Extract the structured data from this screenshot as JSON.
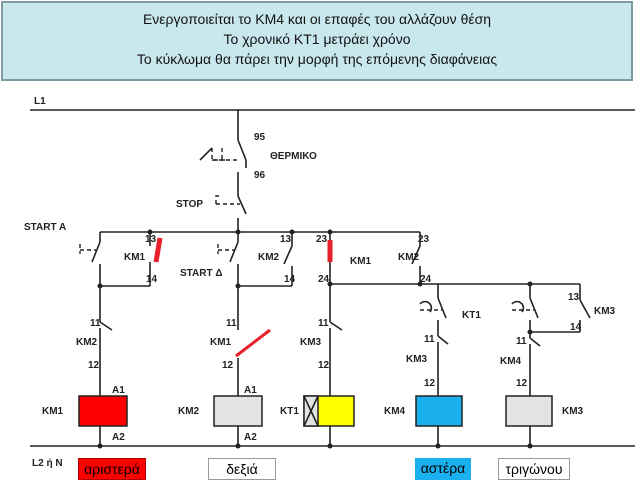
{
  "banner": {
    "lines": [
      "Ενεργοποιείται το ΚΜ4 και οι επαφές του αλλάζουν θέση",
      "Το χρονικό ΚΤ1 μετράει χρόνο",
      "Το κύκλωμα θα πάρει την μορφή της επόμενης διαφάνειας"
    ]
  },
  "labels": {
    "l1": "L1",
    "l2": "L2 ή N",
    "thermal_95": "95",
    "thermal_96": "96",
    "thermal_name": "ΘΕΡΜΙΚΟ",
    "stop": "STOP",
    "start_a": "START A",
    "start_d": "START Δ",
    "km1": "KM1",
    "km2": "KM2",
    "km3": "KM3",
    "km4": "KM4",
    "kt1": "KT1",
    "n11": "11",
    "n12": "12",
    "n13": "13",
    "n14": "14",
    "n23": "23",
    "n24": "24",
    "a1": "A1",
    "a2": "A2"
  },
  "legend": {
    "left": "αριστερά",
    "right": "δεξιά",
    "star": "αστέρα",
    "delta": "τριγώνου"
  },
  "colors": {
    "km1_coil": "#ff0000",
    "kt1_coil": "#ffff00",
    "km4_coil": "#1ab0ee",
    "inactive_coil": "#e3e3e3",
    "active_contact": "#e8202a"
  }
}
